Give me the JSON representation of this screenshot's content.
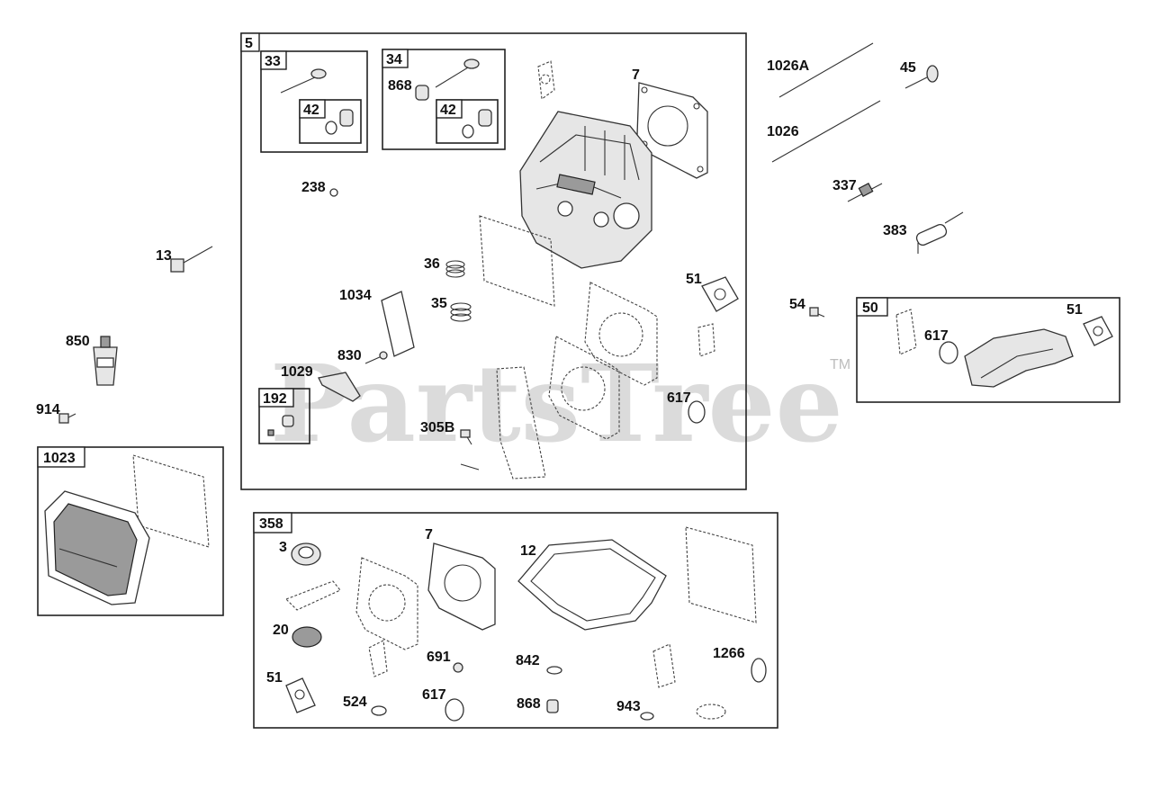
{
  "watermark": {
    "text": "PartsTree",
    "trademark": "TM"
  },
  "groups": {
    "g5": "5",
    "g33": "33",
    "g34": "34",
    "g42a": "42",
    "g42b": "42",
    "g192": "192",
    "g1023": "1023",
    "g358": "358",
    "g50": "50"
  },
  "labels": {
    "p868a": "868",
    "p7a": "7",
    "p238": "238",
    "p36": "36",
    "p35": "35",
    "p1034": "1034",
    "p830": "830",
    "p1029": "1029",
    "p305B": "305B",
    "p51a": "51",
    "p617a": "617",
    "p1026A": "1026A",
    "p45": "45",
    "p1026": "1026",
    "p337": "337",
    "p383": "383",
    "p54": "54",
    "p617b": "617",
    "p51b": "51",
    "p13": "13",
    "p850": "850",
    "p914": "914",
    "p3": "3",
    "p7b": "7",
    "p12": "12",
    "p20": "20",
    "p691": "691",
    "p842": "842",
    "p1266": "1266",
    "p51c": "51",
    "p524": "524",
    "p617c": "617",
    "p868b": "868",
    "p943": "943"
  },
  "icons": {
    "valve": "valve-icon",
    "seal": "valve-seal-icon",
    "gasket": "gasket-icon",
    "cylinder_head": "cylinder-head-icon",
    "spring": "valve-spring-icon",
    "pushrod": "pushrod-icon",
    "bolt": "bolt-icon",
    "tube": "sealant-tube-icon",
    "cover": "valve-cover-icon",
    "oring": "o-ring-icon",
    "intake": "intake-manifold-icon"
  }
}
